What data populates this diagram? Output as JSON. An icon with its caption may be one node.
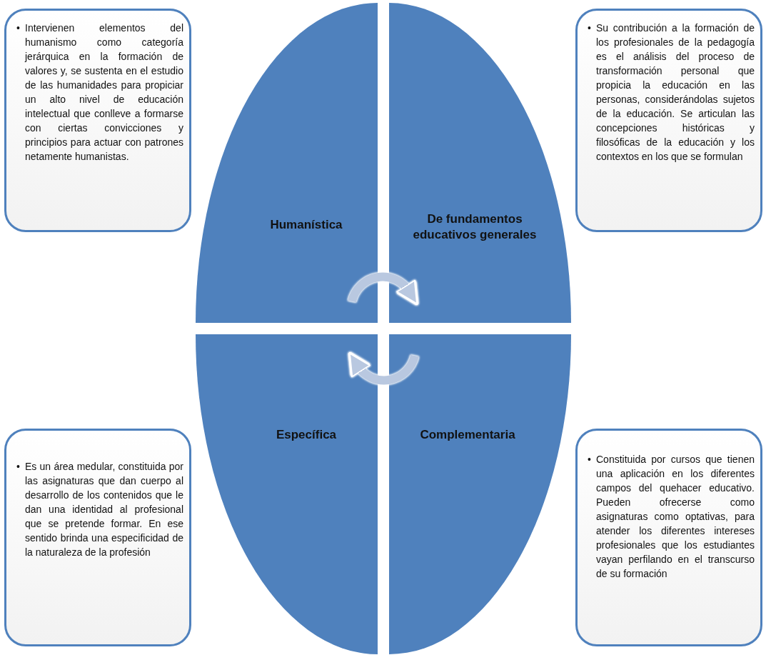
{
  "diagram": {
    "nodes": [
      {
        "text": [
          "•",
          "Intervienen elementos del humanismo como categoría jerárquica en la formación de valores y, se sustenta en el estudio de las humanidades para propiciar un alto nivel de educación intelectual que conlleve a formarse con ciertas convicciones y principios para actuar con patrones netamente humanistas."
        ]
      },
      {
        "text": [
          "•",
          "Su contribución a la formación de los profesionales de la pedagogía es el análisis del proceso de transformación personal que propicia la educación en las personas, considerándolas sujetos de la educación. Se articulan las concepciones históricas y filosóficas de la educación y los contextos en los que se formulan"
        ]
      },
      {
        "text": [
          "Humanística"
        ]
      },
      {
        "text": [
          "De fundamentos educativos generales"
        ]
      },
      {
        "text": [
          "Específica"
        ]
      },
      {
        "text": [
          "Complementaria"
        ]
      },
      {
        "text": [
          "•",
          "Es un área medular, constituida por las asignaturas que dan cuerpo al desarrollo de los contenidos que le dan una identidad al profesional que se pretende formar. En ese sentido brinda una especificidad de la naturaleza de la profesión"
        ]
      },
      {
        "text": [
          "•",
          "Constituida por cursos que tienen una aplicación en los diferentes campos del quehacer educativo. Pueden ofrecerse como asignaturas como optativas, para atender los diferentes intereses profesionales que los estudiantes vayan perfilando en el transcurso de su formación"
        ]
      }
    ],
    "edges": [
      {
        "from": 2,
        "to": 3,
        "arrow": "to"
      },
      {
        "from": 5,
        "to": 4,
        "arrow": "to"
      }
    ]
  }
}
